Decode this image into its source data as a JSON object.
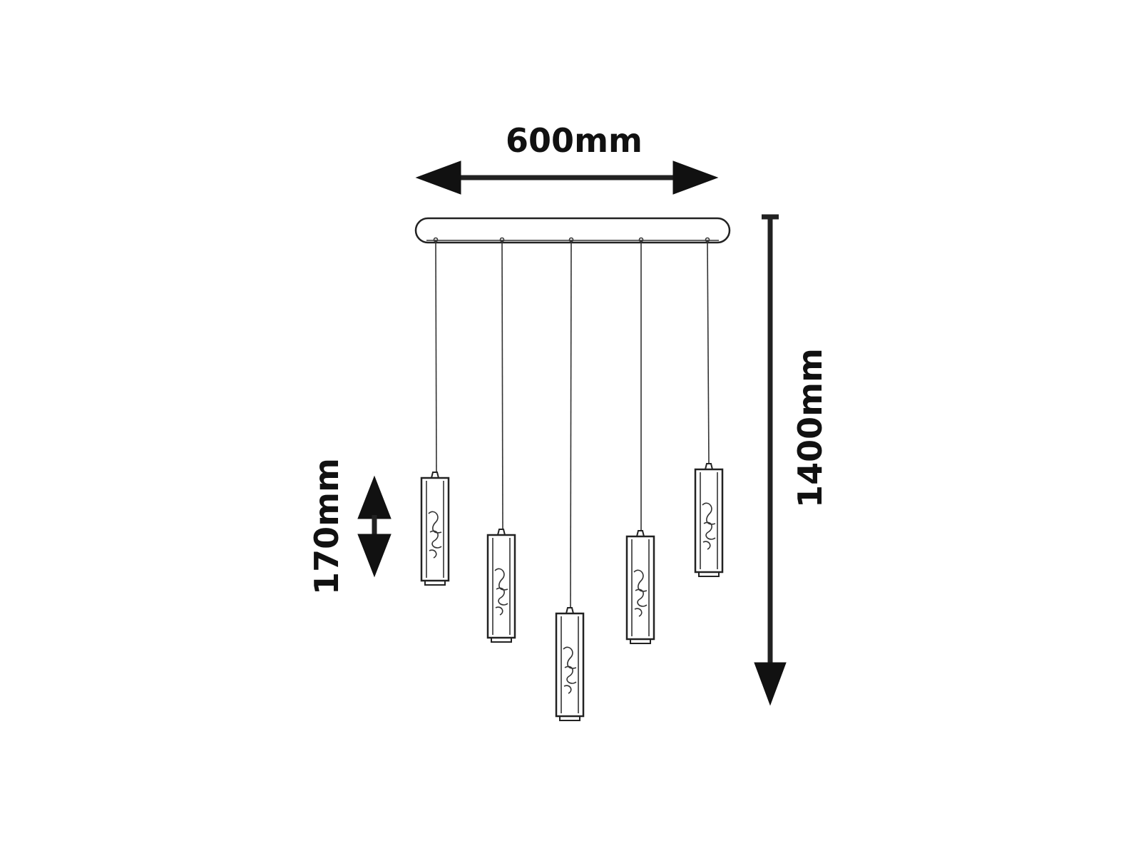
{
  "dimensions": {
    "width_label": "600mm",
    "height_label": "1400mm",
    "pendant_height_label": "170mm"
  },
  "fixture": {
    "pendant_count": 5
  },
  "colors": {
    "ink": "#111111",
    "background": "#ffffff"
  }
}
